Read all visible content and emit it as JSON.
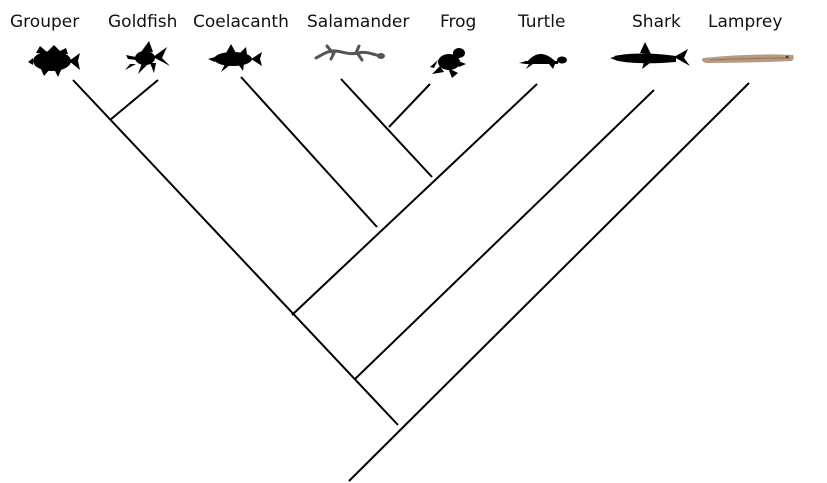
{
  "cladogram": {
    "taxa": [
      {
        "label": "Grouper",
        "icon": "grouper-silhouette-icon"
      },
      {
        "label": "Goldfish",
        "icon": "goldfish-silhouette-icon"
      },
      {
        "label": "Coelacanth",
        "icon": "coelacanth-silhouette-icon"
      },
      {
        "label": "Salamander",
        "icon": "salamander-silhouette-icon"
      },
      {
        "label": "Frog",
        "icon": "frog-silhouette-icon"
      },
      {
        "label": "Turtle",
        "icon": "turtle-silhouette-icon"
      },
      {
        "label": "Shark",
        "icon": "shark-silhouette-icon"
      },
      {
        "label": "Lamprey",
        "icon": "lamprey-photo-icon"
      }
    ],
    "colors": {
      "lines": "#000000",
      "silhouette": "#000000",
      "salamander": "#555555",
      "lamprey": "#b79a80"
    }
  }
}
